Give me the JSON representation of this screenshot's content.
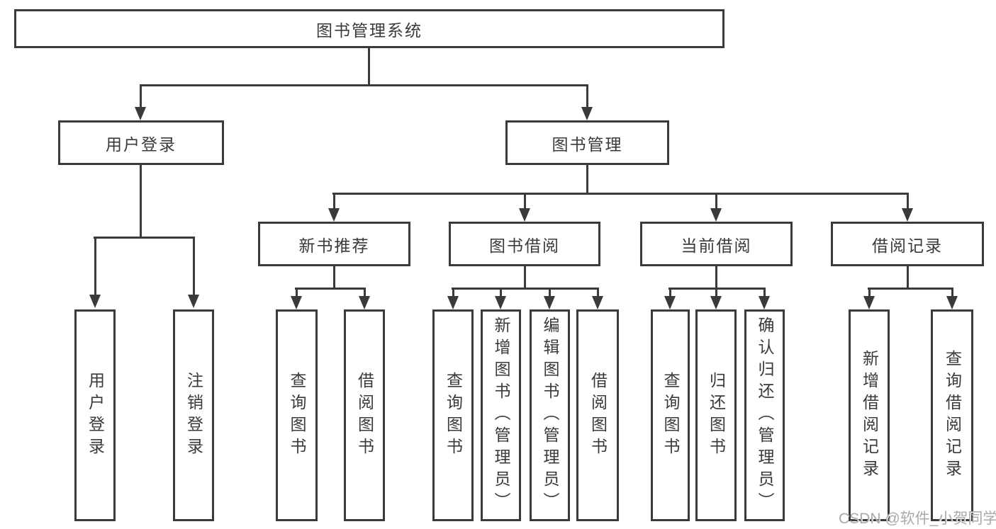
{
  "tree": {
    "label": "图书管理系统",
    "children": [
      {
        "label": "用户登录",
        "children": [
          {
            "label": "用户登录"
          },
          {
            "label": "注销登录"
          }
        ]
      },
      {
        "label": "图书管理",
        "children": [
          {
            "label": "新书推荐",
            "children": [
              {
                "label": "查询图书"
              },
              {
                "label": "借阅图书"
              }
            ]
          },
          {
            "label": "图书借阅",
            "children": [
              {
                "label": "查询图书"
              },
              {
                "label": "新增图书（管理员）"
              },
              {
                "label": "编辑图书（管理员）"
              },
              {
                "label": "借阅图书"
              }
            ]
          },
          {
            "label": "当前借阅",
            "children": [
              {
                "label": "查询图书"
              },
              {
                "label": "归还图书"
              },
              {
                "label": "确认归还（管理员）"
              }
            ]
          },
          {
            "label": "借阅记录",
            "children": [
              {
                "label": "新增借阅记录"
              },
              {
                "label": "查询借阅记录"
              }
            ]
          }
        ]
      }
    ]
  },
  "watermark": {
    "text": "CSDN @软件_小贺同学"
  },
  "colors": {
    "line": "#3a3a3a",
    "text": "#3a3a3a",
    "watermark": "#a9a9a9",
    "background": "#ffffff"
  }
}
